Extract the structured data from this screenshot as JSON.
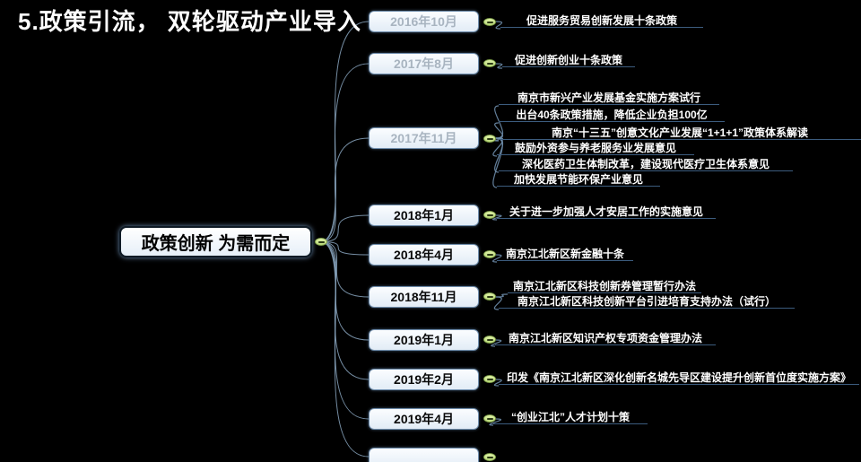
{
  "title": "5.政策引流， 双轮驱动产业导入",
  "root": {
    "label": "政策创新 为需而定"
  },
  "colors": {
    "background": "#000000",
    "node_fill": "#eef4fb",
    "node_border": "#6e8cab",
    "muted_date_text": "#a8b4c0",
    "date_text": "#0a0a0a",
    "leaf_text": "#ffffff",
    "branch_line": "#3c5c7e",
    "fan_line": "#8aa6c0",
    "collapse_button_fill": "#c9e48c",
    "collapse_button_border": "#7fa04a",
    "minus_color": "#2c3a16"
  },
  "icons": {
    "collapse": "minus-icon"
  },
  "branches": [
    {
      "date": "2016年10月",
      "items": [
        "促进服务贸易创新发展十条政策"
      ]
    },
    {
      "date": "2017年8月",
      "items": [
        "促进创新创业十条政策"
      ]
    },
    {
      "date": "2017年11月",
      "items": [
        "南京市新兴产业发展基金实施方案试行",
        "出台40条政策措施，降低企业负担100亿",
        "南京“十三五”创意文化产业发展“1+1+1”政策体系解读",
        "鼓励外资参与养老服务业发展意见",
        "深化医药卫生体制改革，建设现代医疗卫生体系意见",
        "加快发展节能环保产业意见"
      ]
    },
    {
      "date": "2018年1月",
      "items": [
        "关于进一步加强人才安居工作的实施意见"
      ]
    },
    {
      "date": "2018年4月",
      "items": [
        "南京江北新区新金融十条"
      ]
    },
    {
      "date": "2018年11月",
      "items": [
        "南京江北新区科技创新券管理暂行办法",
        "南京江北新区科技创新平台引进培育支持办法（试行）"
      ]
    },
    {
      "date": "2019年1月",
      "items": [
        "南京江北新区知识产权专项资金管理办法"
      ]
    },
    {
      "date": "2019年2月",
      "items": [
        "印发《南京江北新区深化创新名城先导区建设提升创新首位度实施方案》"
      ]
    },
    {
      "date": "2019年4月",
      "items": [
        "“创业江北”人才计划十策"
      ]
    }
  ]
}
